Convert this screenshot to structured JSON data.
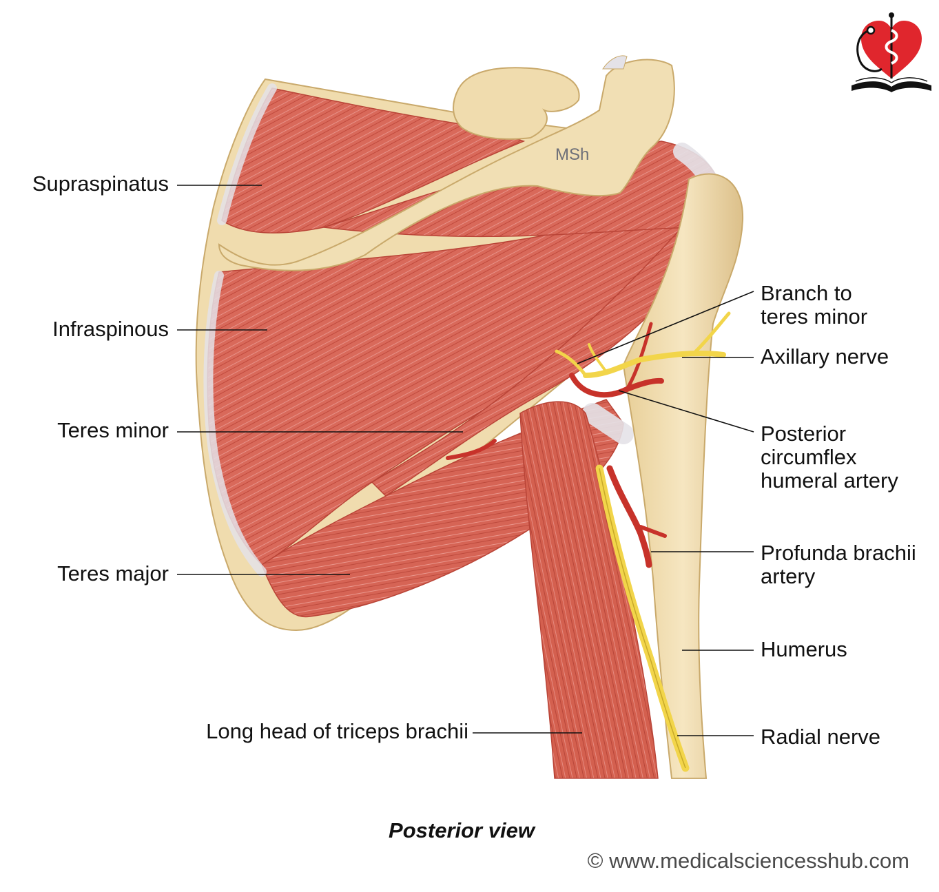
{
  "figure": {
    "caption": "Posterior view",
    "watermark": "MSh",
    "credit": "© www.medicalsciencesshub.com"
  },
  "labels": {
    "supraspinatus": "Supraspinatus",
    "infraspinous": "Infraspinous",
    "teres_minor": "Teres minor",
    "teres_major": "Teres major",
    "long_head_triceps": "Long head of triceps brachii",
    "branch_to_teres_minor": [
      "Branch to",
      "teres minor"
    ],
    "axillary_nerve": "Axillary nerve",
    "posterior_circumflex": [
      "Posterior",
      "circumflex",
      "humeral artery"
    ],
    "profunda_brachii": [
      "Profunda brachii",
      "artery"
    ],
    "humerus": "Humerus",
    "radial_nerve": "Radial nerve"
  },
  "colors": {
    "muscle": "#d9695a",
    "muscle_dark": "#b94437",
    "bone": "#f0dcae",
    "bone_edge": "#c9a96b",
    "tendon": "#e4e2e8",
    "nerve": "#f2d54a",
    "artery": "#c7322a",
    "logo_heart": "#e0262d"
  },
  "logo": {
    "icon": "heart-stethoscope-book-logo"
  }
}
